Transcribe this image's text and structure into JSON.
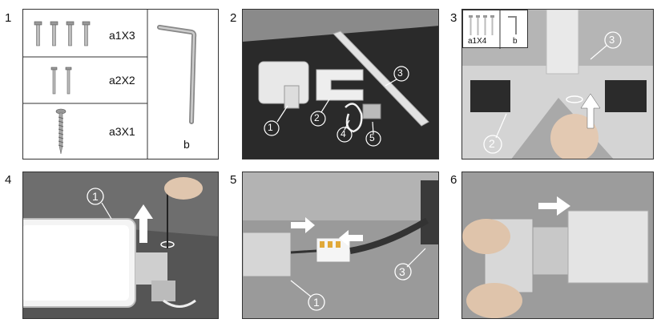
{
  "steps": [
    {
      "number": "1"
    },
    {
      "number": "2"
    },
    {
      "number": "3"
    },
    {
      "number": "4"
    },
    {
      "number": "5"
    },
    {
      "number": "6"
    }
  ],
  "parts_table": {
    "rows": [
      {
        "label": "a1X3",
        "icon": "screw-short-x4"
      },
      {
        "label": "a2X2",
        "icon": "screw-medium-x2"
      },
      {
        "label": "a3X1",
        "icon": "wood-screw"
      }
    ],
    "tool_label": "b"
  },
  "step2_callouts": [
    "1",
    "2",
    "3",
    "4",
    "5"
  ],
  "step3": {
    "inset_label_a": "a1X4",
    "inset_label_b": "b",
    "callouts": [
      "3",
      "2"
    ]
  },
  "step4": {
    "callouts": [
      "1"
    ]
  },
  "step5": {
    "callouts": [
      "3",
      "1"
    ]
  },
  "colors": {
    "photo_dark": "#3b3b3b",
    "floor": "#2a2a2a",
    "metal": "#d9d9d9",
    "arrow": "#ffffff"
  }
}
